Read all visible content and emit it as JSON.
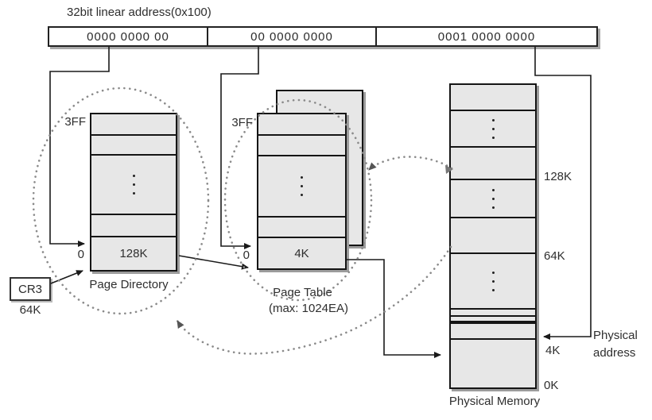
{
  "title": "32bit linear address(0x100)",
  "linear_address": {
    "segments": [
      "0000 0000 00",
      "00 0000 0000",
      "0001 0000 0000"
    ]
  },
  "cr3": {
    "label": "CR3",
    "value": "64K"
  },
  "page_directory": {
    "caption": "Page Directory",
    "top_index": "3FF",
    "bottom_index": "0",
    "entry_value": "128K"
  },
  "page_table": {
    "caption": "Page Table",
    "caption_note": "(max: 1024EA)",
    "top_index": "3FF",
    "bottom_index": "0",
    "entry_value": "4K"
  },
  "physical_memory": {
    "caption": "Physical Memory",
    "address_labels": [
      "128K",
      "64K",
      "4K",
      "0K"
    ]
  },
  "physical_address_label": {
    "line1": "Physical",
    "line2": "address"
  },
  "colors": {
    "box_fill": "#e7e7e7",
    "line": "#1a1a1a",
    "dotted": "#8a8a8a"
  }
}
